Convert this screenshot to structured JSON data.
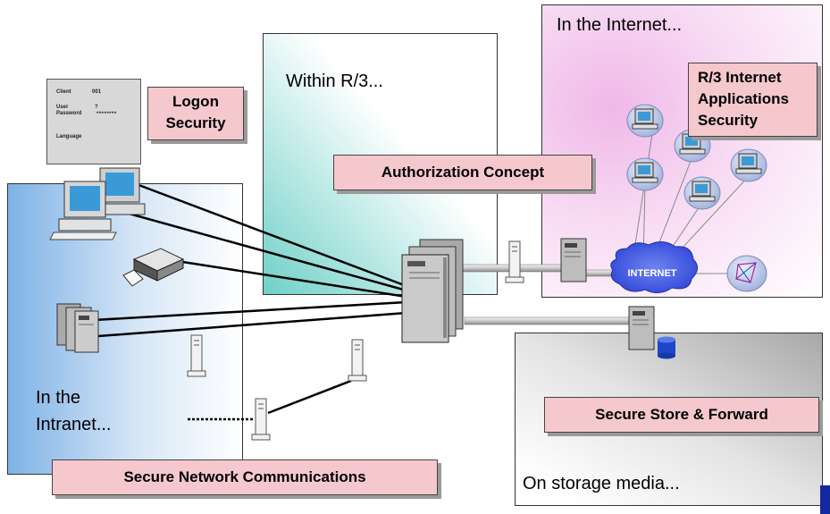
{
  "zones": {
    "within_r3": "Within R/3...",
    "internet": "In the Internet...",
    "intranet_line1": "In the",
    "intranet_line2": "Intranet...",
    "storage": "On storage media..."
  },
  "boxes": {
    "logon_line1": "Logon",
    "logon_line2": "Security",
    "authorization": "Authorization Concept",
    "internet_apps_line1": "R/3 Internet",
    "internet_apps_line2": "Applications",
    "internet_apps_line3": "Security",
    "secure_store": "Secure Store & Forward",
    "secure_network": "Secure Network Communications"
  },
  "logon_form": {
    "client_label": "Client",
    "client_value": "001",
    "user_label": "User",
    "user_value": "?",
    "password_label": "Password",
    "password_value": "********",
    "language_label": "Language"
  },
  "cloud_label": "INTERNET",
  "colors": {
    "callout": "#f4c8cc",
    "r3_zone": "#6fd0c8",
    "internet_zone": "#f0b8e8",
    "intranet_zone": "#7fb2e6",
    "storage_zone": "#b4b4b4",
    "cloud": "#2f45d8",
    "monitor_screen": "#3a9ad8"
  },
  "icons": [
    "desktop-computer-icon",
    "printer-icon",
    "server-icon",
    "tower-computer-icon",
    "database-icon",
    "internet-cloud-icon",
    "network-globe-icon"
  ]
}
